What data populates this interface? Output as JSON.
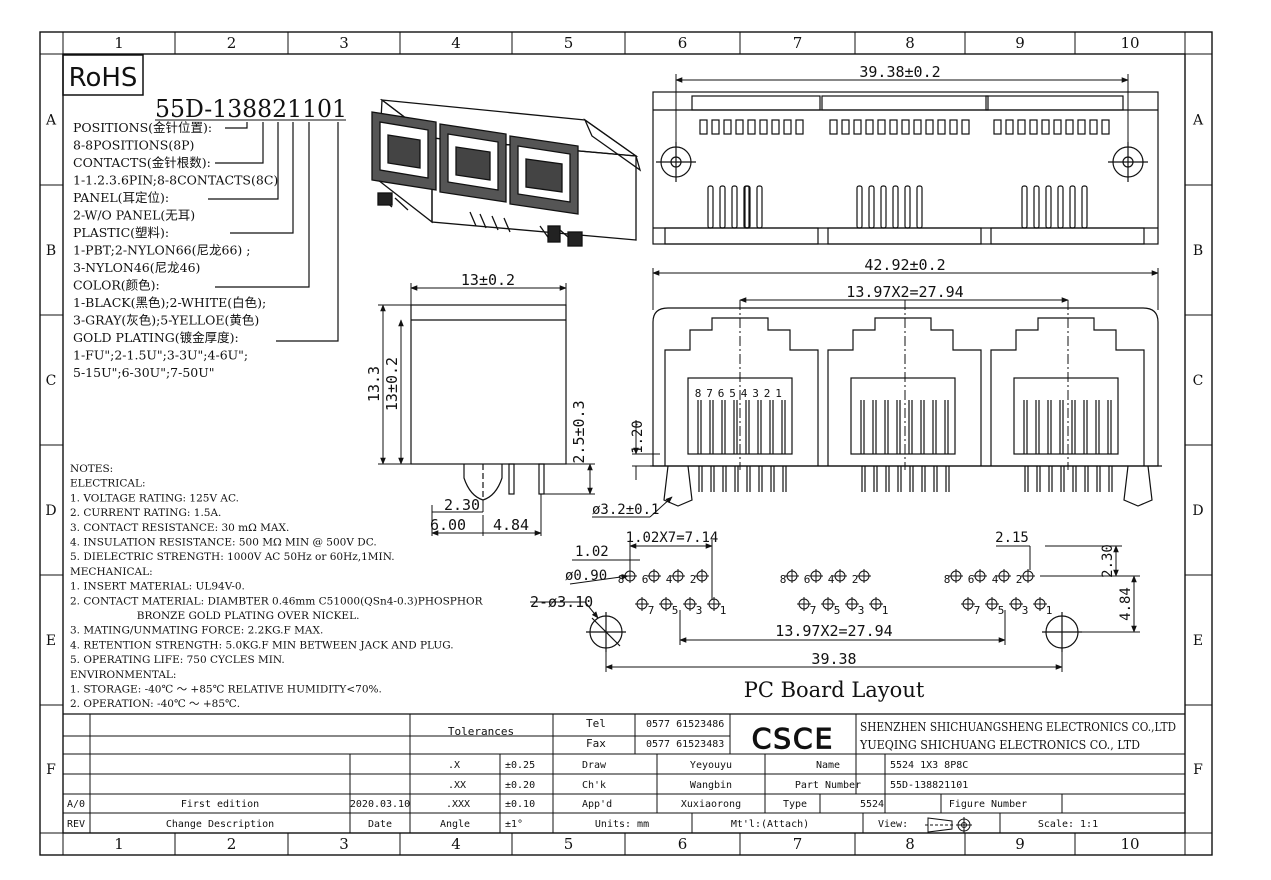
{
  "border": {
    "columns": [
      "1",
      "2",
      "3",
      "4",
      "5",
      "6",
      "7",
      "8",
      "9",
      "10"
    ],
    "rows": [
      "A",
      "B",
      "C",
      "D",
      "E",
      "F"
    ]
  },
  "rohs_badge": "RoHS",
  "part_code": "55D-138821101",
  "legend": [
    "POSITIONS(金针位置):",
    "8-8POSITIONS(8P)",
    "CONTACTS(金针根数):",
    "1-1.2.3.6PIN;8-8CONTACTS(8C)",
    "PANEL(耳定位):",
    "2-W/O PANEL(无耳)",
    "PLASTIC(塑料):",
    "1-PBT;2-NYLON66(尼龙66) ;",
    "3-NYLON46(尼龙46)",
    "COLOR(颜色):",
    "1-BLACK(黑色);2-WHITE(白色);",
    "3-GRAY(灰色);5-YELLOE(黄色)",
    "GOLD PLATING(镀金厚度):",
    "1-FU\";2-1.5U\";3-3U\";4-6U\";",
    "5-15U\";6-30U\";7-50U\""
  ],
  "notes": [
    "NOTES:",
    "ELECTRICAL:",
    "1. VOLTAGE RATING: 125V AC.",
    "2. CURRENT RATING: 1.5A.",
    "3. CONTACT RESISTANCE: 30 mΩ MAX.",
    "4. INSULATION RESISTANCE: 500 MΩ MIN @ 500V DC.",
    "5. DIELECTRIC STRENGTH: 1000V AC 50Hz or 60Hz,1MIN.",
    "MECHANICAL:",
    "1. INSERT MATERIAL: UL94V-0.",
    "2. CONTACT MATERIAL: DIAMBTER 0.46mm C51000(QSn4-0.3)PHOSPHOR",
    "                    BRONZE GOLD PLATING OVER NICKEL.",
    "3. MATING/UNMATING FORCE: 2.2KG.F MAX.",
    "4. RETENTION STRENGTH: 5.0KG.F MIN BETWEEN JACK AND PLUG.",
    "5. OPERATING LIFE: 750 CYCLES MIN.",
    "ENVIRONMENTAL:",
    "1. STORAGE: -40℃ ～ +85℃ RELATIVE HUMIDITY<70%.",
    "2. OPERATION: -40℃ ～ +85℃."
  ],
  "dims": {
    "top_width": "39.38±0.2",
    "front_width": "42.92±0.2",
    "pitch": "13.97X2=27.94",
    "side_width": "13±0.2",
    "side_height_outer": "13.3",
    "side_height_inner": "13±0.2",
    "side_pin": "2.5±0.3",
    "side_pin_offset": "2.30",
    "side_bottom_a": "6.00",
    "side_bottom_b": "4.84",
    "front_standoff": "1.20",
    "peg_dia": "ø3.2±0.1",
    "pin_numbers": [
      "8",
      "7",
      "6",
      "5",
      "4",
      "3",
      "2",
      "1"
    ],
    "pcb_pitch": "1.02X7=7.14",
    "pcb_102": "1.02",
    "pcb_hole": "ø0.90",
    "pcb_peg": "2-ø3.10",
    "pcb_215": "2.15",
    "pcb_230": "2.30",
    "pcb_484": "4.84",
    "pcb_pitch2": "13.97X2=27.94",
    "pcb_total": "39.38",
    "hole_top": [
      "8",
      "6",
      "4",
      "2"
    ],
    "hole_bottom": [
      "7",
      "5",
      "3",
      "1"
    ]
  },
  "pcb_title": "PC Board Layout",
  "title_block": {
    "tolerances_label": "Tolerances",
    "tel_label": "Tel",
    "tel": "0577 61523486",
    "fax_label": "Fax",
    "fax": "0577 61523483",
    "logo": "CSCE",
    "company1": "SHENZHEN SHICHUANGSHENG ELECTRONICS CO.,LTD",
    "company2": "YUEQING SHICHUANG ELECTRONICS CO., LTD",
    "tol_x": ".X",
    "tol_x_val": "±0.25",
    "tol_xx": ".XX",
    "tol_xx_val": "±0.20",
    "tol_xxx": ".XXX",
    "tol_xxx_val": "±0.10",
    "angle": "Angle",
    "angle_val": "±1°",
    "draw_label": "Draw",
    "draw": "Yeyouyu",
    "chk_label": "Ch'k",
    "chk": "Wangbin",
    "appd_label": "App'd",
    "appd": "Xuxiaorong",
    "name_label": "Name",
    "name": "5524 1X3 8P8C",
    "part_label": "Part Number",
    "part": "55D-138821101",
    "type_label": "Type",
    "type": "5524",
    "figure_label": "Figure Number",
    "rev_a": "A/0",
    "rev_a_desc": "First edition",
    "rev_a_date": "2020.03.10",
    "rev_label": "REV",
    "change_label": "Change Description",
    "date_label": "Date",
    "units": "Units: mm",
    "material": "Mt'l:(Attach)",
    "view": "View:",
    "scale": "Scale: 1:1"
  }
}
